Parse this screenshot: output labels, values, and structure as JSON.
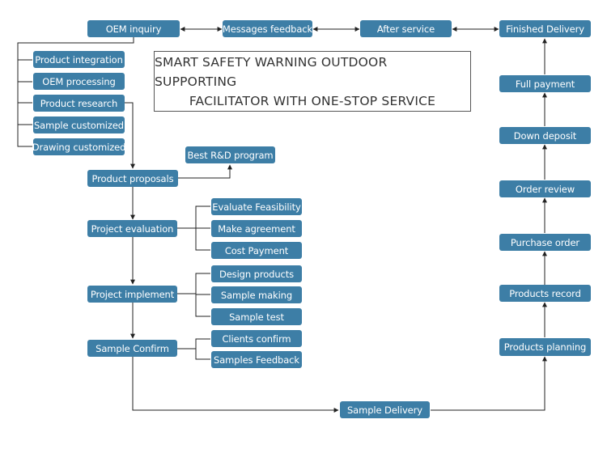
{
  "title": {
    "line1": "SMART SAFETY WARNING OUTDOOR SUPPORTING",
    "line2": "FACILITATOR WITH ONE-STOP SERVICE"
  },
  "colors": {
    "node_fill": "#3d7ea6",
    "node_text": "#ffffff",
    "line": "#222222"
  },
  "nodes": {
    "oem_inquiry": "OEM inquiry",
    "messages_feedback": "Messages feedback",
    "after_service": "After service",
    "finished_delivery": "Finished Delivery",
    "product_integration": "Product integration",
    "oem_processing": "OEM processing",
    "product_research": "Product research",
    "sample_customized": "Sample customized",
    "drawing_customized": "Drawing customized",
    "best_rd_program": "Best R&D program",
    "product_proposals": "Product proposals",
    "project_evaluation": "Project evaluation",
    "evaluate_feasibility": "Evaluate Feasibility",
    "make_agreement": "Make agreement",
    "cost_payment": "Cost Payment",
    "project_implement": "Project implement",
    "design_products": "Design products",
    "sample_making": "Sample making",
    "sample_test": "Sample test",
    "sample_confirm": "Sample Confirm",
    "clients_confirm": "Clients confirm",
    "samples_feedback": "Samples Feedback",
    "sample_delivery": "Sample Delivery",
    "products_planning": "Products planning",
    "products_record": "Products record",
    "purchase_order": "Purchase order",
    "order_review": "Order review",
    "down_deposit": "Down deposit",
    "full_payment": "Full payment"
  }
}
